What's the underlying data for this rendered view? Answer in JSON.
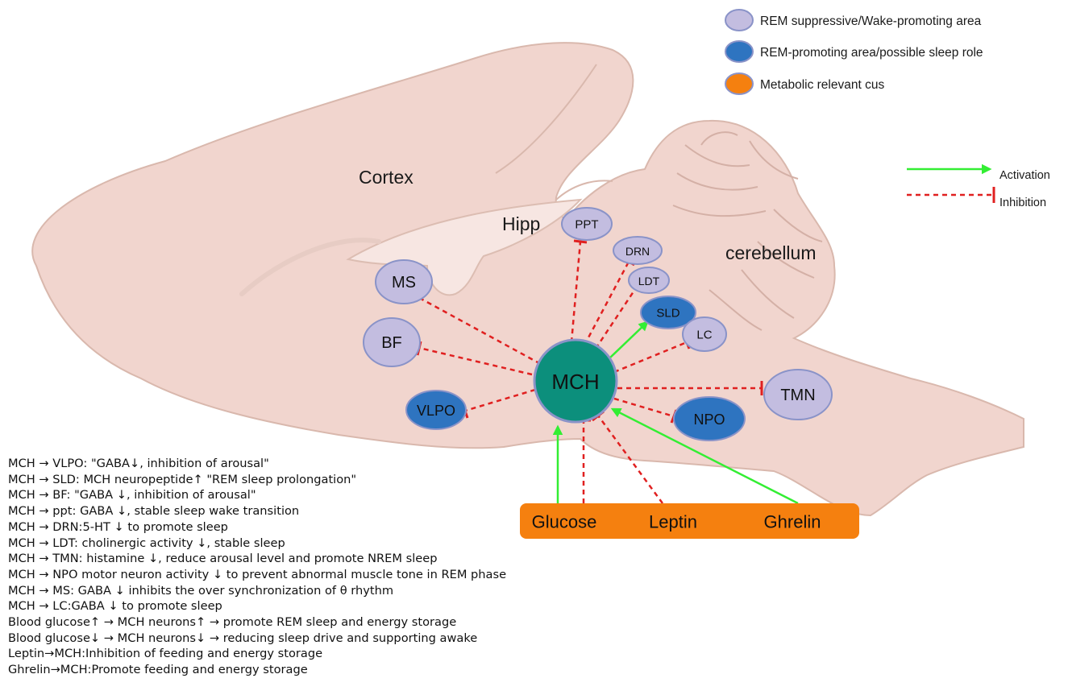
{
  "legend": {
    "items": [
      {
        "label": "REM suppressive/Wake-promoting area",
        "fill": "#c3bde0",
        "stroke": "#8a93c8"
      },
      {
        "label": "REM-promoting area/possible sleep role",
        "fill": "#2e74c0",
        "stroke": "#8a93c8"
      },
      {
        "label": "Metabolic relevant cus",
        "fill": "#f5800f",
        "stroke": "#8a93c8"
      }
    ],
    "arrows": [
      {
        "label": "Activation",
        "color": "#33ee33"
      },
      {
        "label": "Inhibition",
        "color": "#e02020"
      }
    ]
  },
  "regions": {
    "cortex": "Cortex",
    "hipp": "Hipp",
    "cerebellum": "cerebellum"
  },
  "nodes": {
    "mch": "MCH",
    "ms": "MS",
    "bf": "BF",
    "vlpo": "VLPO",
    "ppt": "PPT",
    "drn": "DRN",
    "ldt": "LDT",
    "sld": "SLD",
    "lc": "LC",
    "tmn": "TMN",
    "npo": "NPO"
  },
  "metabolic": {
    "glucose": "Glucose",
    "leptin": "Leptin",
    "ghrelin": "Ghrelin"
  },
  "colors": {
    "brain_fill": "#f1d5ce",
    "brain_stroke": "#d9b8ad",
    "wake_node": "#c3bde0",
    "sleep_node": "#2e74c0",
    "mch_node": "#0c8f7c",
    "metabolic_box": "#f5800f",
    "activation": "#33ee33",
    "inhibition": "#e02020"
  },
  "notes": [
    "MCH → VLPO: \"GABA↓, inhibition of arousal\"",
    "MCH → SLD: MCH neuropeptide↑ \"REM sleep prolongation\"",
    "MCH → BF: \"GABA ↓, inhibition of arousal\"",
    "MCH → ppt: GABA ↓, stable sleep wake transition",
    "MCH → DRN:5-HT ↓ to promote sleep",
    "MCH → LDT: cholinergic activity ↓, stable sleep",
    "MCH → TMN: histamine ↓, reduce arousal level and promote NREM sleep",
    "MCH → NPO motor neuron activity ↓ to prevent abnormal muscle tone in REM phase",
    "MCH → MS: GABA ↓ inhibits the over synchronization of θ rhythm",
    "MCH → LC:GABA ↓ to promote sleep",
    "Blood glucose↑ → MCH neurons↑ → promote REM sleep and energy storage",
    "Blood glucose↓ →  MCH neurons↓ → reducing sleep drive and supporting awake",
    "Leptin→MCH:Inhibition of feeding and energy storage",
    "Ghrelin→MCH:Promote feeding and energy storage"
  ]
}
